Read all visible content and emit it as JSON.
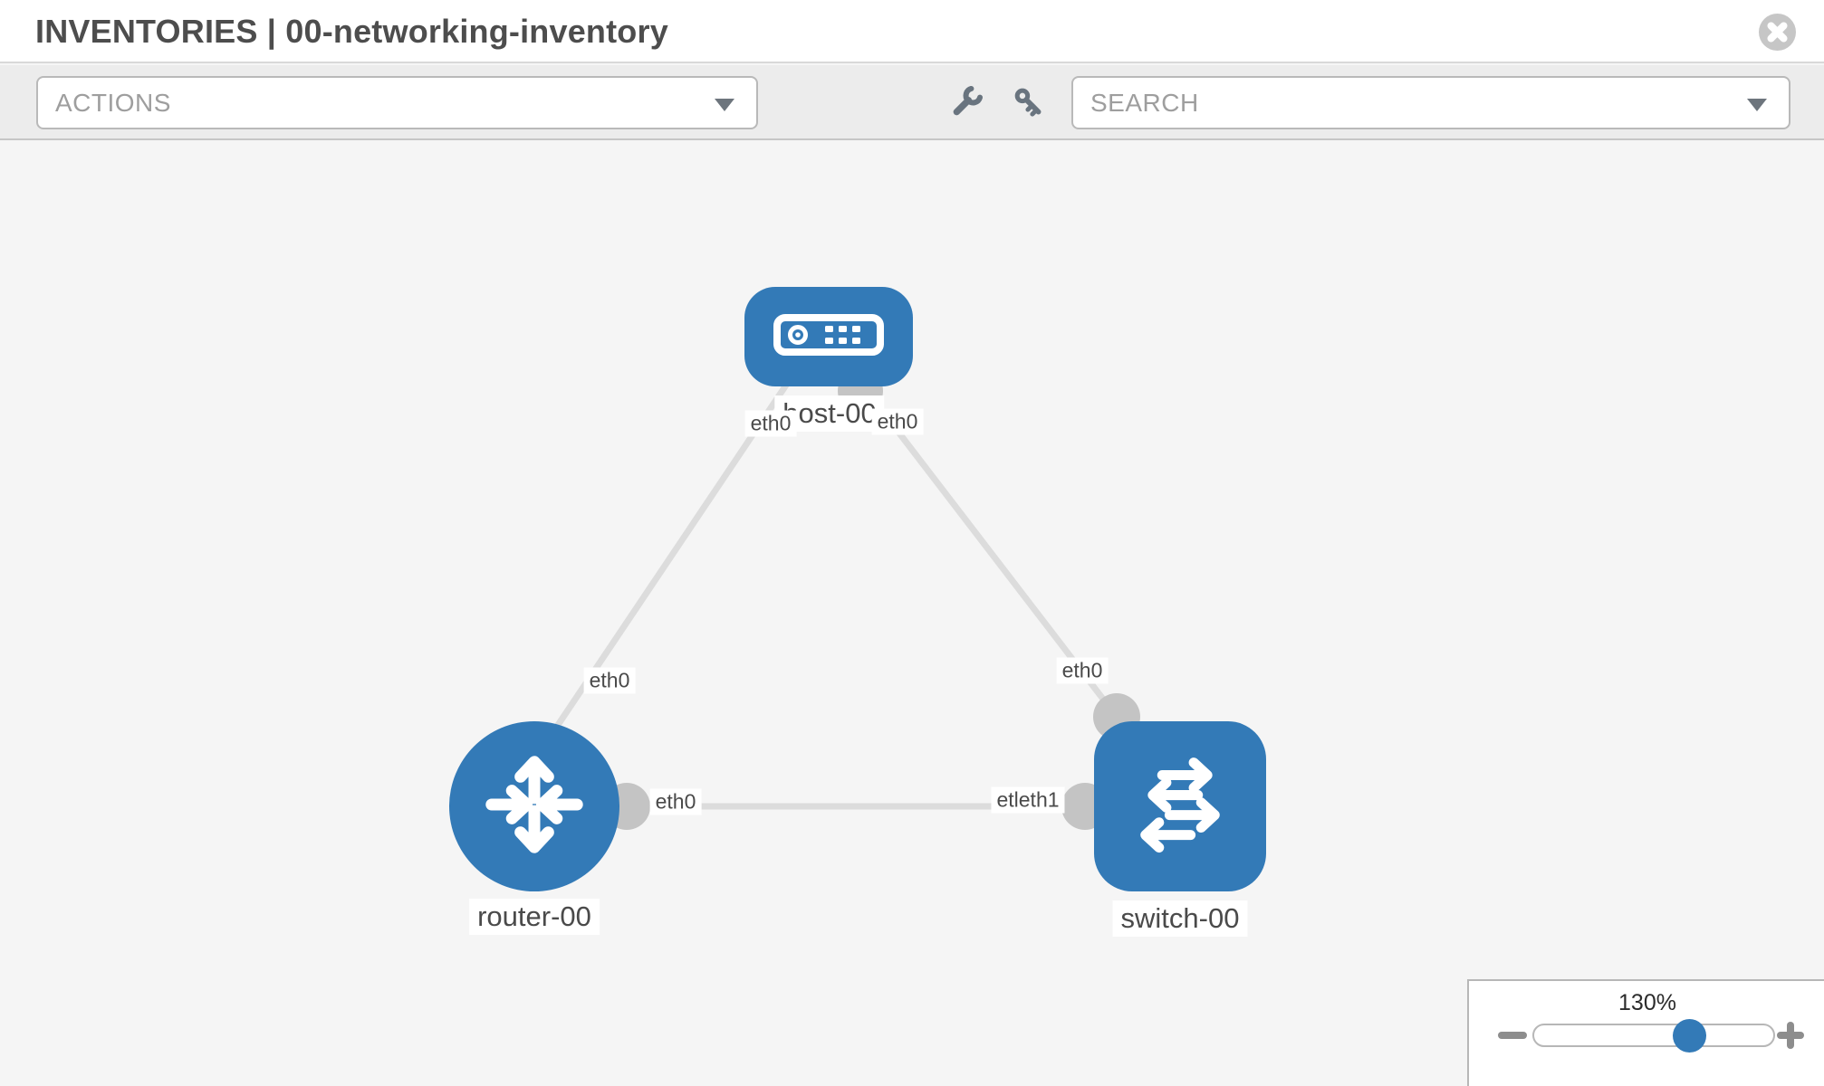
{
  "window": {
    "title": "INVENTORIES | 00-networking-inventory"
  },
  "toolbar": {
    "actions_label": "ACTIONS",
    "search_label": "SEARCH"
  },
  "topology": {
    "nodes": [
      {
        "id": "host-00",
        "type": "host",
        "label": "host-00"
      },
      {
        "id": "router-00",
        "type": "router",
        "label": "router-00"
      },
      {
        "id": "switch-00",
        "type": "switch",
        "label": "switch-00"
      }
    ],
    "links": [
      {
        "from": "host-00",
        "from_interface": "eth0",
        "to": "router-00",
        "to_interface": "eth0"
      },
      {
        "from": "host-00",
        "from_interface": "eth0",
        "to": "switch-00",
        "to_interface": "eth0"
      },
      {
        "from": "router-00",
        "from_interface": "eth0",
        "to": "switch-00",
        "to_interface": "eth1"
      }
    ],
    "interface_chips": {
      "host_left": "eth0",
      "host_right": "eth0",
      "router_top": "eth0",
      "switch_top": "eth0",
      "router_right": "eth0",
      "switch_left_overlapped": "etleth1"
    }
  },
  "zoom_control": {
    "level": "130%"
  },
  "colors": {
    "node_blue": "#337ab7",
    "link_gray": "#dcdcdc",
    "port_gray": "#c4c4c4",
    "label_text": "#4a4a4a"
  }
}
